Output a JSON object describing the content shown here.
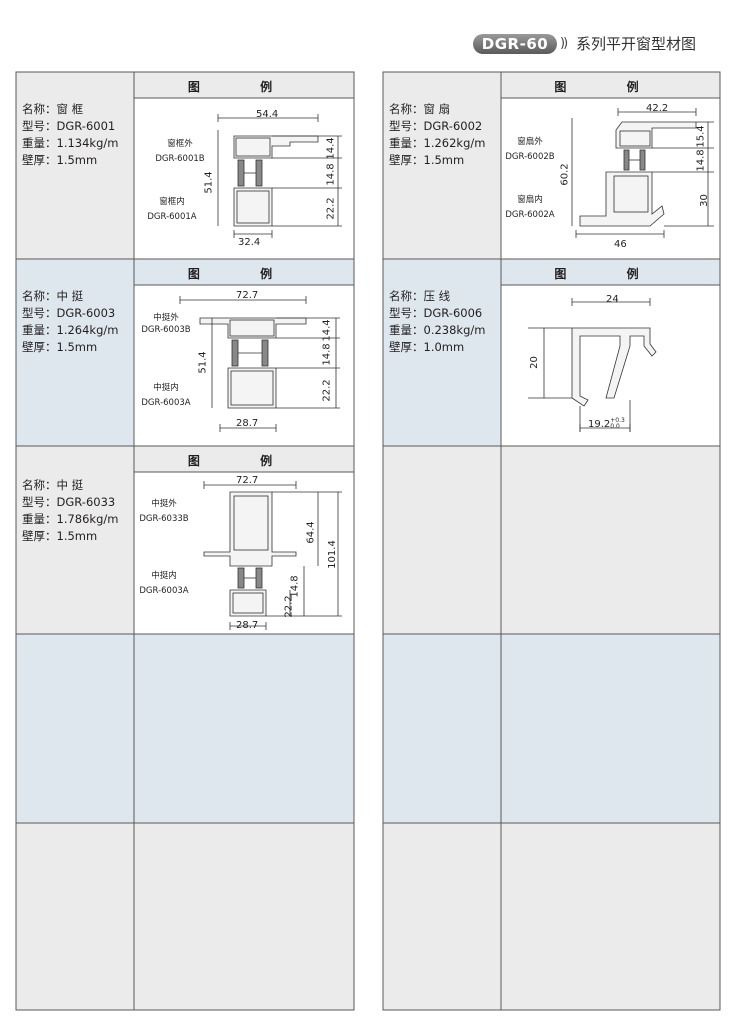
{
  "header": {
    "badge": "DGR-60",
    "arrows": "))",
    "title": "系列平开窗型材图"
  },
  "legend_label": "图  例",
  "left": [
    {
      "name": "名称：窗 框",
      "model": "型号：DGR-6001",
      "weight": "重量：1.134kg/m",
      "thickness": "壁厚：1.5mm",
      "outer_label": "窗框外",
      "outer_code": "DGR-6001B",
      "inner_label": "窗框内",
      "inner_code": "DGR-6001A",
      "dims": {
        "top": "54.4",
        "left": "51.4",
        "r1": "14.4",
        "r2": "14.8",
        "r3": "22.2",
        "bottom": "32.4"
      }
    },
    {
      "name": "名称：中 挺",
      "model": "型号：DGR-6003",
      "weight": "重量：1.264kg/m",
      "thickness": "壁厚：1.5mm",
      "outer_label": "中挺外",
      "outer_code": "DGR-6003B",
      "inner_label": "中挺内",
      "inner_code": "DGR-6003A",
      "dims": {
        "top": "72.7",
        "left": "51.4",
        "r1": "14.4",
        "r2": "14.8",
        "r3": "22.2",
        "bottom": "28.7"
      }
    },
    {
      "name": "名称：中 挺",
      "model": "型号：DGR-6033",
      "weight": "重量：1.786kg/m",
      "thickness": "壁厚：1.5mm",
      "outer_label": "中挺外",
      "outer_code": "DGR-6033B",
      "inner_label": "中挺内",
      "inner_code": "DGR-6003A",
      "dims": {
        "top": "72.7",
        "r1": "64.4",
        "rtotal": "101.4",
        "r2": "14.8",
        "r3": "22.2",
        "bottom": "28.7"
      }
    }
  ],
  "right": [
    {
      "name": "名称：窗 扇",
      "model": "型号：DGR-6002",
      "weight": "重量：1.262kg/m",
      "thickness": "壁厚：1.5mm",
      "outer_label": "窗扇外",
      "outer_code": "DGR-6002B",
      "inner_label": "窗扇内",
      "inner_code": "DGR-6002A",
      "dims": {
        "top": "42.2",
        "left": "60.2",
        "r1": "15.4",
        "r2": "14.8",
        "r3": "30",
        "bottom": "46"
      }
    },
    {
      "name": "名称：压 线",
      "model": "型号：DGR-6006",
      "weight": "重量：0.238kg/m",
      "thickness": "壁厚：1.0mm",
      "dims": {
        "top": "24",
        "left": "20",
        "bottom": "19.2",
        "tol_up": "+0.3",
        "tol_down": "0.0"
      }
    }
  ]
}
